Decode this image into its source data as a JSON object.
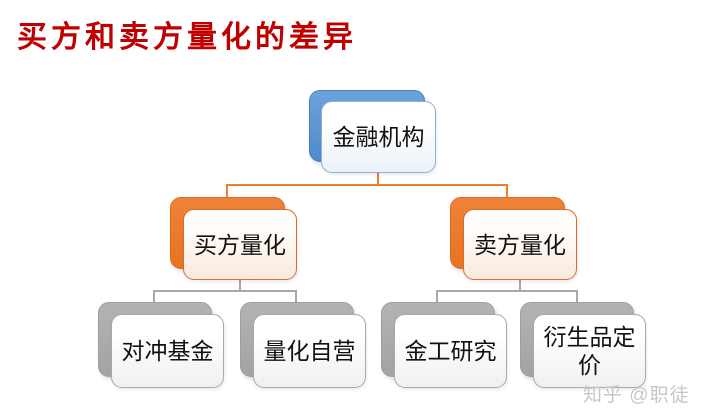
{
  "title": "买方和卖方量化的差异",
  "nodes": {
    "root": {
      "label": "金融机构"
    },
    "buy": {
      "label": "买方量化"
    },
    "sell": {
      "label": "卖方量化"
    },
    "hedge": {
      "label": "对冲基金"
    },
    "prop": {
      "label": "量化自营"
    },
    "fe": {
      "label": "金工研究"
    },
    "deriv": {
      "label": "衍生品定价"
    }
  },
  "edges": [
    {
      "from": "root",
      "to": "buy"
    },
    {
      "from": "root",
      "to": "sell"
    },
    {
      "from": "buy",
      "to": "hedge"
    },
    {
      "from": "buy",
      "to": "prop"
    },
    {
      "from": "sell",
      "to": "fe"
    },
    {
      "from": "sell",
      "to": "deriv"
    }
  ],
  "watermark": "知乎 @职徒",
  "colors": {
    "title_red": "#C00000",
    "root_blue": "#5B9BD5",
    "branch_orange": "#ED7D31",
    "leaf_gray": "#ABABAB",
    "connector_top": "#ED7D31",
    "connector_bottom": "#A8A8A8",
    "watermark_gray": "#C7C7C7"
  }
}
